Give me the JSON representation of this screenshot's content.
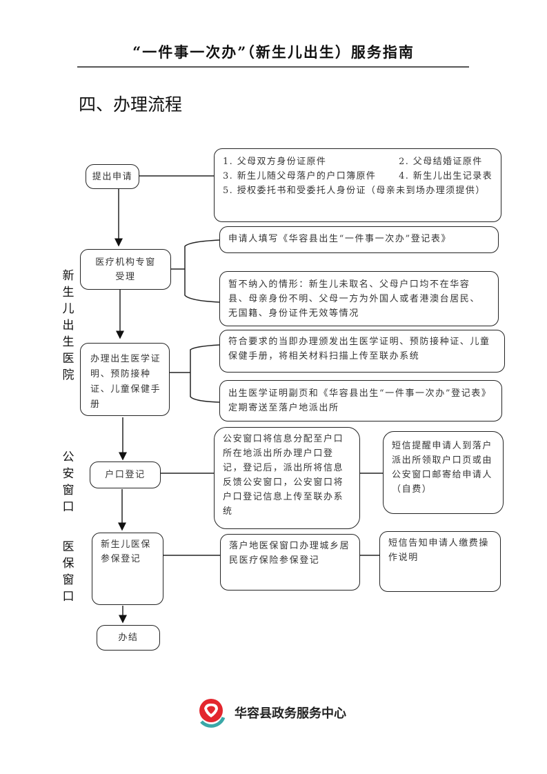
{
  "header": {
    "title": "“一件事一次办”（新生儿出生）服务指南"
  },
  "section": {
    "title": "四、办理流程"
  },
  "side_labels": {
    "hospital": "新生儿出生医院",
    "police": "公安窗口",
    "medical_insurance": "医保窗口"
  },
  "flow": {
    "steps": [
      {
        "label": "提出申请"
      },
      {
        "label": "医疗机构专窗受理"
      },
      {
        "label": "办理出生医学证明、预防接种证、儿童保健手册"
      },
      {
        "label": "户口登记"
      },
      {
        "label": "新生儿医保参保登记"
      },
      {
        "label": "办结"
      }
    ],
    "requirements": {
      "item1": "1. 父母双方身份证原件",
      "item2": "2. 父母结婚证原件",
      "item3": "3. 新生儿随父母落户的户口簿原件",
      "item4": "4. 新生儿出生记录表",
      "item5": "5. 授权委托书和受委托人身份证（母亲未到场办理须提供）"
    },
    "acceptance_notes": [
      "申请人填写《华容县出生“一件事一次办”登记表》",
      "暂不纳入的情形：新生儿未取名、父母户口均不在华容县、母亲身份不明、父母一方为外国人或者港澳台居民、无国籍、身份证件无效等情况"
    ],
    "certificate_notes": [
      "符合要求的当即办理颁发出生医学证明、预防接种证、儿童保健手册，将相关材料扫描上传至联办系统",
      "出生医学证明副页和《华容县出生“一件事一次办”登记表》定期寄送至落户地派出所"
    ],
    "household_notes": [
      "公安窗口将信息分配至户口所在地派出所办理户口登记，登记后，派出所将信息反馈公安窗口，公安窗口将户口登记信息上传至联办系统",
      "短信提醒申请人到落户派出所领取户口页或由公安窗口邮寄给申请人（自费）"
    ],
    "insurance_notes": [
      "落户地医保窗口办理城乡居民医疗保险参保登记",
      "短信告知申请人缴费操作说明"
    ]
  },
  "footer": {
    "org_name": "华容县政务服务中心",
    "logo_icon": "government-service-logo",
    "colors": {
      "logo_red": "#e3262e",
      "logo_teal": "#3aa8a8"
    }
  }
}
